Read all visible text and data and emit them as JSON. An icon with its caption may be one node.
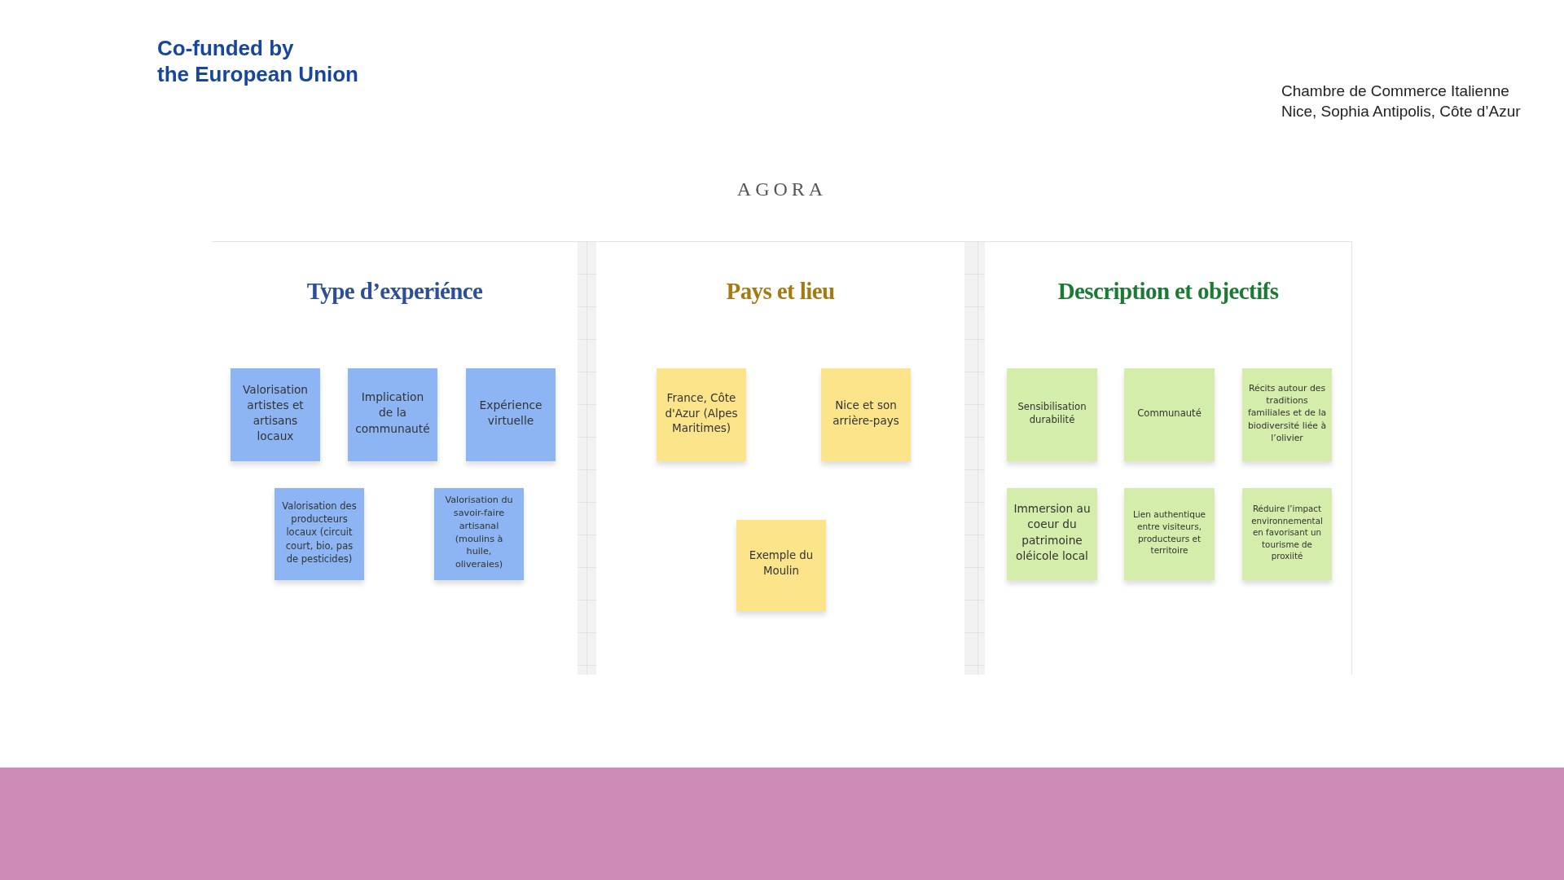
{
  "diagram": {
    "nodes": [
      {
        "text": [
          "Type d’experiénce"
        ]
      },
      {
        "text": [
          "Valorisation artistes et artisans locaux"
        ],
        "in": 0
      },
      {
        "text": [
          "Implication de la communauté"
        ],
        "in": 0
      },
      {
        "text": [
          "Expérience virtuelle"
        ],
        "in": 0
      },
      {
        "text": [
          "Valorisation des producteurs locaux (circuit court, bio, pas de pesticides)"
        ],
        "in": 0
      },
      {
        "text": [
          "Valorisation du savoir-faire artisanal (moulins à huile, oliveraies)"
        ],
        "in": 0
      },
      {
        "text": [
          "Pays et lieu"
        ]
      },
      {
        "text": [
          "France, Côte d'Azur (Alpes Maritimes)"
        ],
        "in": 6
      },
      {
        "text": [
          "Nice et son arrière-pays"
        ],
        "in": 6
      },
      {
        "text": [
          "Exemple du Moulin"
        ],
        "in": 6
      },
      {
        "text": [
          "Description et objectifs"
        ]
      },
      {
        "text": [
          "Sensibilisation durabilité"
        ],
        "in": 10
      },
      {
        "text": [
          "Communauté"
        ],
        "in": 10
      },
      {
        "text": [
          "Récits autour des traditions familiales et de la biodiversité liée à l’olivier"
        ],
        "in": 10
      },
      {
        "text": [
          "Immersion au coeur du patrimoine oléicole local"
        ],
        "in": 10
      },
      {
        "text": [
          "Lien authentique entre visiteurs, producteurs et territoire"
        ],
        "in": 10
      },
      {
        "text": [
          "Réduire l’impact environnemental en favorisant un tourisme de proxiité"
        ],
        "in": 10
      }
    ],
    "labels": [
      "Co-funded by the European Union",
      "AGORA",
      "Chambre de Commerce Italienne Nice, Sophia Antipolis, Côte d’Azur"
    ]
  }
}
